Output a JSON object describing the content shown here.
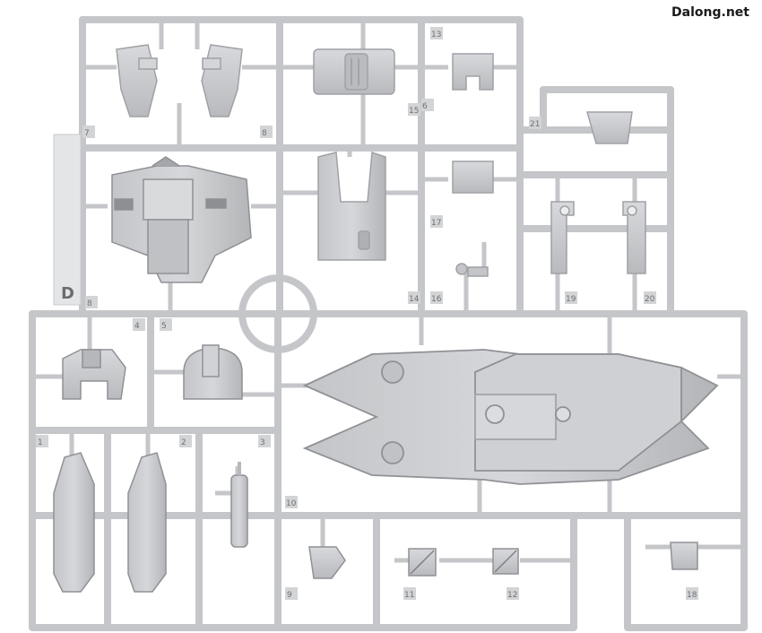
{
  "watermark": {
    "text": "Dalong.net"
  },
  "sprue": {
    "runner_label": "D",
    "colors": {
      "plastic": "#c9cacd",
      "plastic_dark": "#a9abaf",
      "plastic_light": "#dedfe1",
      "background": "#ffffff"
    },
    "part_numbers": [
      "1",
      "2",
      "3",
      "4",
      "5",
      "6",
      "7",
      "8",
      "9",
      "10",
      "11",
      "12",
      "13",
      "14",
      "15",
      "16",
      "17",
      "18",
      "19",
      "20",
      "21"
    ]
  }
}
